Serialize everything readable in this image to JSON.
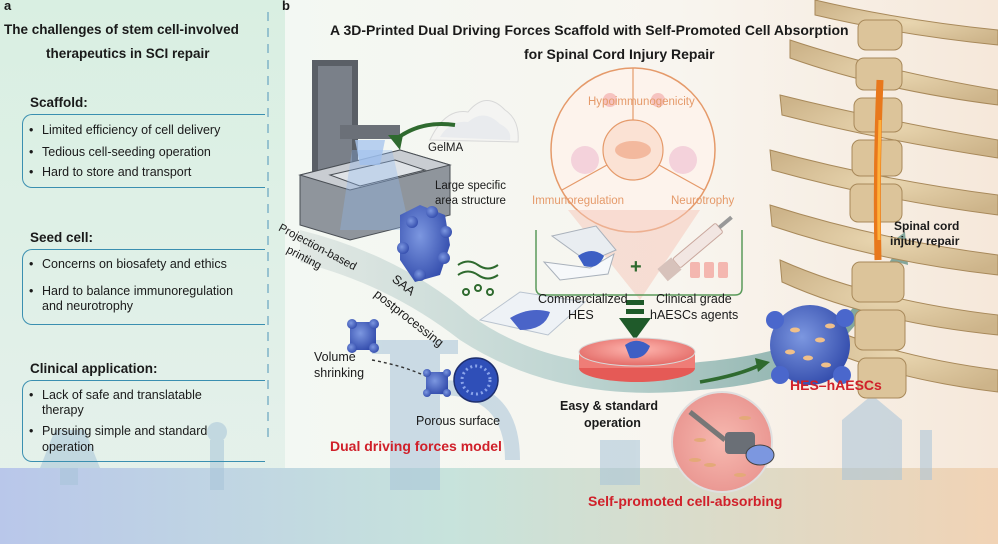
{
  "panel_a": {
    "letter": "a",
    "title_line1": "The challenges of stem cell-involved",
    "title_line2": "therapeutics in SCI repair",
    "scaffold": {
      "heading": "Scaffold:",
      "items": [
        "Limited efficiency of cell delivery",
        "Tedious cell-seeding operation",
        "Hard to store and transport"
      ]
    },
    "seed_cell": {
      "heading": "Seed cell:",
      "items": [
        "Concerns on biosafety and ethics",
        "Hard to balance immunoregulation",
        "and neurotrophy"
      ]
    },
    "clinical": {
      "heading": "Clinical application:",
      "items": [
        "Lack of safe and translatable",
        "therapy",
        "Pursuing simple and standard",
        "operation"
      ]
    }
  },
  "panel_b": {
    "letter": "b",
    "title_line1": "A 3D-Printed Dual Driving Forces Scaffold with Self-Promoted Cell Absorption",
    "title_line2": "for Spinal Cord Injury Repair",
    "labels": {
      "gelma": "GelMA",
      "large_area_1": "Large specific",
      "large_area_2": "area structure",
      "projection_1": "Projection-based",
      "projection_2": "printing",
      "saa_1": "SAA",
      "saa_2": "postprocessing",
      "volume_1": "Volume",
      "volume_2": "shrinking",
      "porous": "Porous surface",
      "dual_model": "Dual driving forces model",
      "hypoimmuno": "Hypoimmunogenicity",
      "immunoreg": "Immunoregulation",
      "neurotrophy": "Neurotrophy",
      "commercial_1": "Commercialized",
      "commercial_2": "HES",
      "plus": "+",
      "clinical_1": "Clinical grade",
      "clinical_2": "hAESCs agents",
      "easy_1": "Easy & standard",
      "easy_2": "operation",
      "hes_haescs": "HES–hAESCs",
      "self_promoted": "Self-promoted cell-absorbing",
      "spinal_1": "Spinal cord",
      "spinal_2": "injury repair"
    }
  },
  "colors": {
    "accent_blue": "#3a8fb0",
    "highlight_red": "#d0202a",
    "ring_orange": "#e59a6a",
    "scaffold_blue": "#3d5fc4",
    "cup_border": "#5a9a5a"
  }
}
